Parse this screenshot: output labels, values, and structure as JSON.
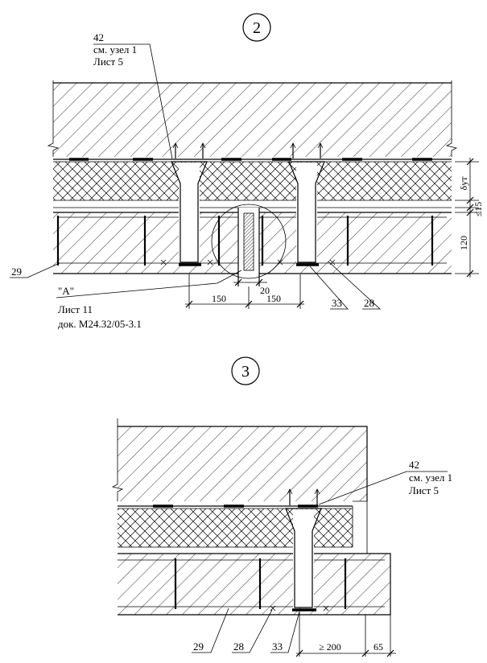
{
  "node2": {
    "number": "2",
    "callout42": {
      "pos": "42",
      "ref_line1": "см. узел 1",
      "ref_line2": "Лист 5"
    },
    "dim_delta": "δут",
    "dim_15": "≤15",
    "dim_120": "120",
    "dim_20": "20",
    "dim_150_left": "150",
    "dim_150_right": "150",
    "pos29": "29",
    "pos33": "33",
    "pos28": "28",
    "detailA": {
      "mark": "\"A\"",
      "sheet": "Лист 11",
      "doc": "док. М24.32/05-3.1"
    }
  },
  "node3": {
    "number": "3",
    "callout42": {
      "pos": "42",
      "ref_line1": "см. узел 1",
      "ref_line2": "Лист 5"
    },
    "dim_200": "≥ 200",
    "dim_65": "65",
    "pos29": "29",
    "pos28": "28",
    "pos33": "33"
  }
}
